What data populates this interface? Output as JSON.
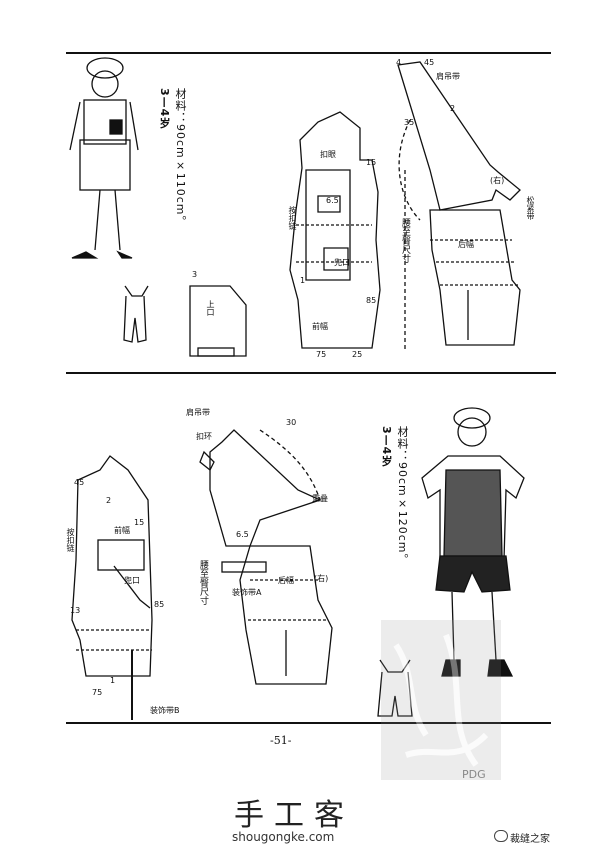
{
  "top": {
    "age_label": "3—4岁",
    "material_label": "材料：90cm×110cm。",
    "fig_labels": [
      "扣眼",
      "按扣链",
      "肩吊带",
      "腰至臀尺寸",
      "后幅",
      "前幅",
      "(右)",
      "松紧带",
      "兜口",
      "上口",
      "15",
      "35",
      "4",
      "45",
      "2",
      "6.5",
      "3",
      "85",
      "75",
      "25",
      "1"
    ]
  },
  "bottom": {
    "age_label": "3—4岁",
    "material_label": "材料：90cm×120cm。",
    "fig_labels": [
      "肩吊带",
      "扣环",
      "按扣链",
      "前幅",
      "后幅",
      "重叠",
      "腰至臀尺寸",
      "装饰带A",
      "装饰带B",
      "兜口",
      "(右)",
      "30",
      "45",
      "15",
      "85",
      "6.5",
      "2",
      "1",
      "75",
      "13"
    ]
  },
  "footer": {
    "page_number": "-51-",
    "watermark_brand": "手工客",
    "watermark_url": "shougongke.com",
    "wechat_name": "裁缝之家",
    "pdg_mark": "PDG"
  }
}
